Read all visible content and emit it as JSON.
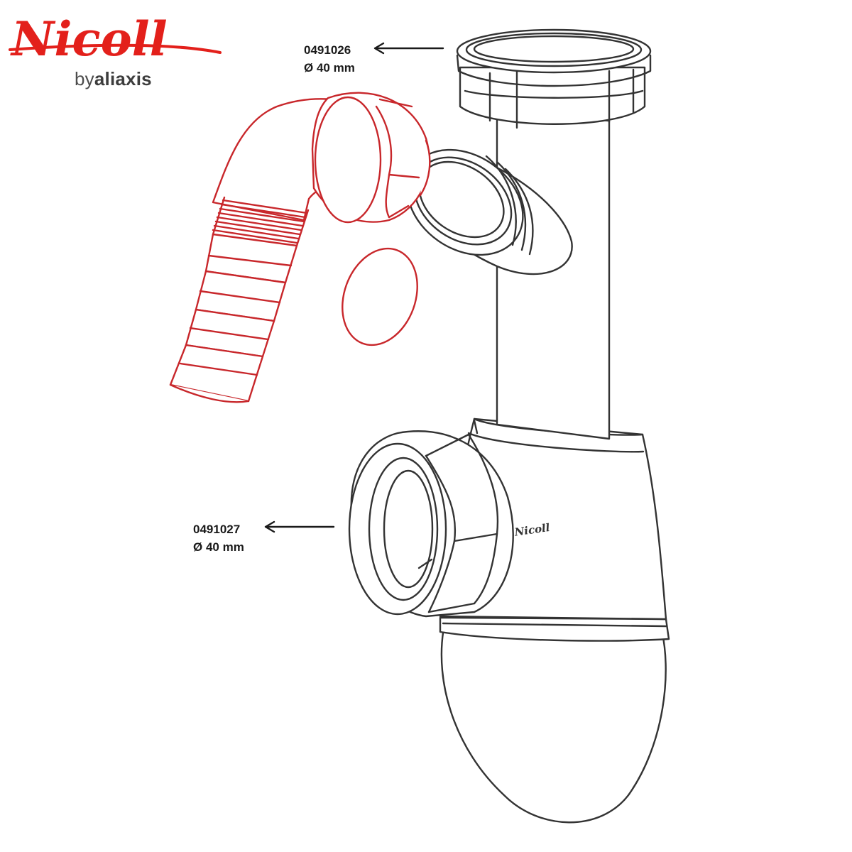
{
  "brand": {
    "logo_text": "Nicoll",
    "tagline_by": "by",
    "tagline_company": "aliaxis",
    "logo_color": "#e3201b",
    "body_logo_text": "Nicoll"
  },
  "callouts": [
    {
      "part_number": "0491026",
      "diameter": "Ø 40 mm"
    },
    {
      "part_number": "0491027",
      "diameter": "Ø 40 mm"
    }
  ],
  "colors": {
    "highlight": "#c8272b",
    "outline": "#333333"
  }
}
